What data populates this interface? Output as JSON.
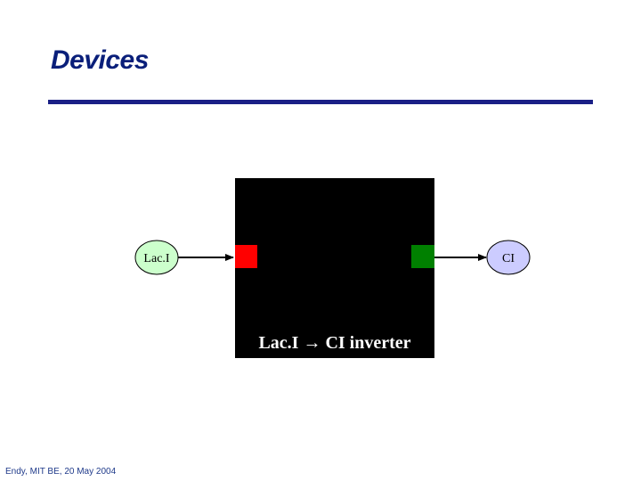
{
  "slide": {
    "title": "Devices",
    "footer": "Endy, MIT BE, 20 May 2004"
  },
  "diagram": {
    "input_signal": "Lac.I",
    "output_signal": "CI",
    "device_label": "Lac.I → CI inverter",
    "colors": {
      "title": "#0a1f7a",
      "rule": "#1a1f86",
      "device_body": "#000000",
      "input_port": "#ff0000",
      "output_port": "#008000",
      "input_node_fill": "#ccffcc",
      "output_node_fill": "#ccccff"
    }
  }
}
